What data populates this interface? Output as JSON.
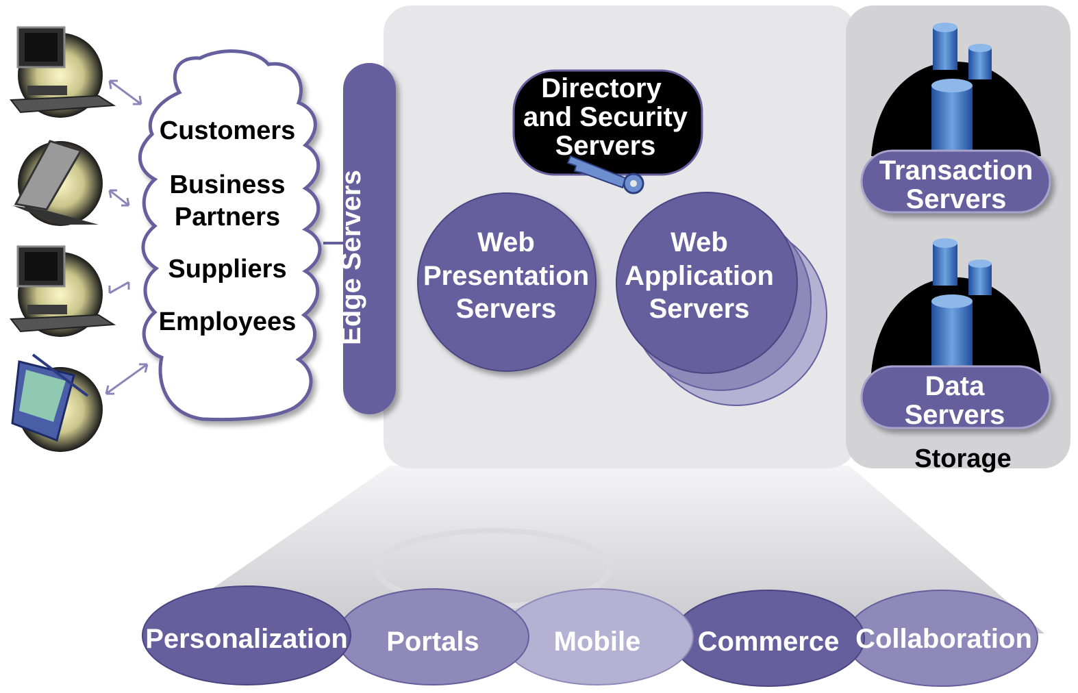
{
  "colors": {
    "purple": "#655f9e",
    "purple_light": "#8f89ba",
    "purple_pale": "#b5b1d2",
    "panel": "#e7e7ea",
    "storage_panel": "#d3d3d6",
    "black": "#000000",
    "white": "#ffffff"
  },
  "clients": {
    "icons": [
      "desktop-computer-icon",
      "laptop-icon",
      "desktop-computer-icon",
      "pda-icon"
    ]
  },
  "cloud": {
    "items": [
      "Customers",
      "Business",
      "Partners",
      "Suppliers",
      "Employees"
    ]
  },
  "edge": {
    "label": "Edge Servers"
  },
  "directory": {
    "lines": [
      "Directory",
      "and Security",
      "Servers"
    ],
    "icon": "key-icon"
  },
  "web_presentation": {
    "lines": [
      "Web",
      "Presentation",
      "Servers"
    ]
  },
  "web_application": {
    "lines": [
      "Web",
      "Application",
      "Servers"
    ]
  },
  "storage": {
    "label": "Storage",
    "transaction": {
      "lines": [
        "Transaction",
        "Servers"
      ],
      "icon": "database-icon"
    },
    "data": {
      "lines": [
        "Data",
        "Servers"
      ],
      "icon": "database-icon"
    }
  },
  "capabilities": [
    "Personalization",
    "Portals",
    "Mobile",
    "Commerce",
    "Collaboration"
  ]
}
